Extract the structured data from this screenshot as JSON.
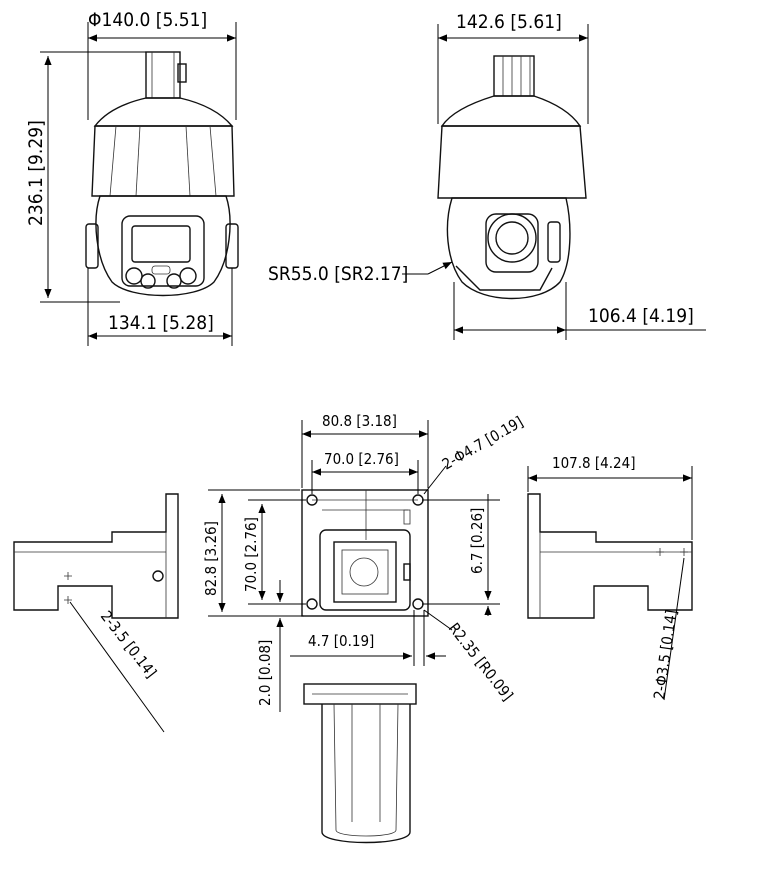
{
  "views": {
    "front": {
      "top_width": "Φ140.0 [5.51]",
      "height": "236.1 [9.29]",
      "bottom_width": "134.1 [5.28]"
    },
    "side": {
      "top_width": "142.6 [5.61]",
      "sphere_radius": "SR55.0 [SR2.17]",
      "depth": "106.4 [4.19]"
    },
    "bracket_front": {
      "outer_width": "80.8 [3.18]",
      "inner_width": "70.0 [2.76]",
      "outer_height": "82.8 [3.26]",
      "inner_height": "70.0 [2.76]",
      "hole_callout": "2-Φ4.7 [0.19]",
      "hole_offset": "6.7 [0.26]",
      "edge_offset": "4.7 [0.19]",
      "bottom_offset": "2.0 [0.08]",
      "corner_radius": "R2.35 [R0.09]"
    },
    "bracket_left": {
      "hole_callout": "2-3.5 [0.14]"
    },
    "bracket_right": {
      "length": "107.8 [4.24]",
      "hole_callout": "2-Φ3.5 [0.14]"
    }
  }
}
